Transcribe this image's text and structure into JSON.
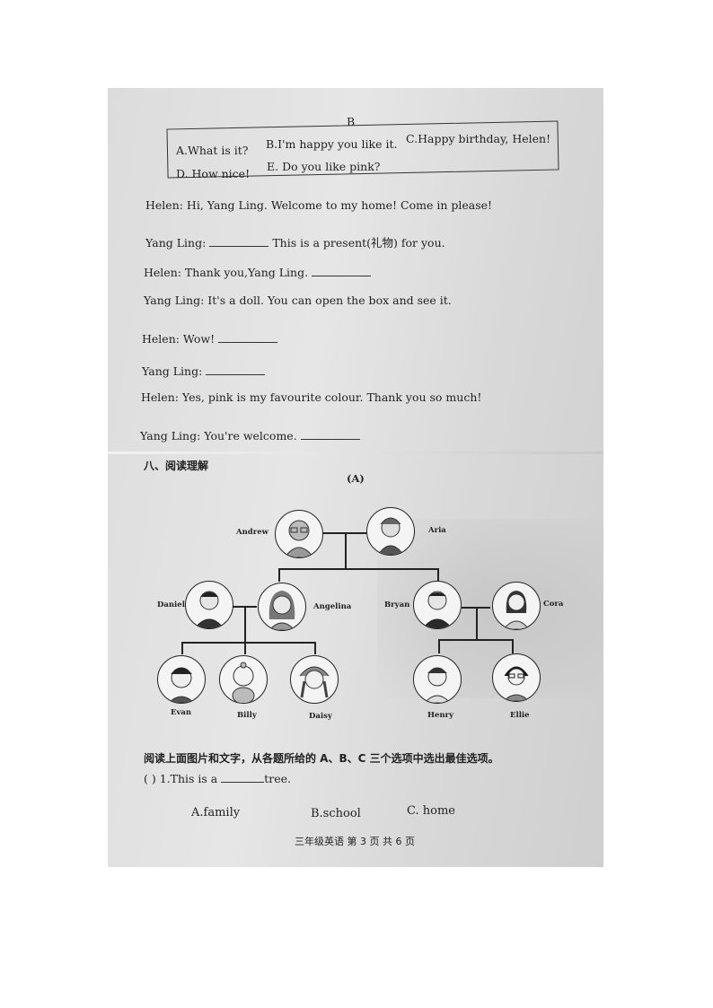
{
  "section_b": {
    "title": "B",
    "options": [
      "A.What is it?",
      "B.I'm happy you like it.",
      "C.Happy birthday, Helen!",
      "D. How nice!",
      "E. Do you like pink?"
    ]
  },
  "dialogue": [
    {
      "text": "Helen: Hi, Yang Ling. Welcome to my home! Come in please!",
      "pre": "",
      "post": ""
    },
    {
      "text": "",
      "pre": "Yang Ling:",
      "post": "This is a present(礼物) for you."
    },
    {
      "text": "",
      "pre": "Helen: Thank you,Yang Ling.",
      "post": ""
    },
    {
      "text": "Yang Ling: It's a doll. You can open the box and see it.",
      "pre": "",
      "post": ""
    },
    {
      "text": "",
      "pre": "Helen: Wow!",
      "post": ""
    },
    {
      "text": "",
      "pre": "Yang Ling:",
      "post": ""
    },
    {
      "text": "Helen: Yes, pink is my favourite colour. Thank you so much!",
      "pre": "",
      "post": ""
    },
    {
      "text": "",
      "pre": "Yang Ling: You're welcome.",
      "post": ""
    }
  ],
  "section8": {
    "heading": "八、阅读理解",
    "sub": "(A)"
  },
  "family": {
    "andrew": "Andrew",
    "aria": "Aria",
    "daniel": "Daniel",
    "angelina": "Angelina",
    "bryan": "Bryan",
    "cora": "Cora",
    "evan": "Evan",
    "billy": "Billy",
    "daisy": "Daisy",
    "henry": "Henry",
    "ellie": "Ellie"
  },
  "instruction": "阅读上面图片和文字，从各题所给的 A、B、C 三个选项中选出最佳选项。",
  "question1": {
    "paren": "(      )",
    "pre": "1.This is a",
    "post": "tree.",
    "options": [
      "A.family",
      "B.school",
      "C. home"
    ]
  },
  "footer": "三年级英语  第 3 页 共 6 页"
}
